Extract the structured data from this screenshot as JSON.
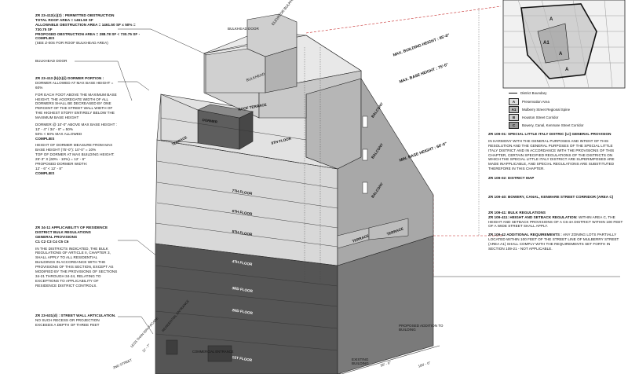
{
  "left_notes": {
    "permitted_obstruction": {
      "title": "ZR 23-412(c)(2) : PERMITTED OBSTRUCTION",
      "lines": [
        "TOTAL ROOF AREA = 1461.50 SF",
        "ALLOWABLE OBSTRUCTION AREA = 1461.50 SF x 50% = 730.75 SF",
        "PROPOSED OBSTRUCTION AREA = 288.78 SF < 730.75 SF - COMPLIES",
        "(SEE Z-00S FOR ROOF BULKHEAD AREA)"
      ]
    },
    "bulkhead_door_left": "BULKHEAD DOOR",
    "dormer": {
      "title": "ZR 23-413 (b)(1)(i) DORMER PORTION :",
      "lines": [
        "DORMER ALLOWED AT MAX BASE HEIGHT = 60%",
        "FOR EACH FOOT ABOVE THE MAXIMUM BASE HEIGHT, THE AGGREGATE WIDTH OF ALL DORMERS SHALL BE DECREASED BY ONE PERCENT OF THE STREET WALL WIDTH OF THE HIGHEST STORY ENTIRELY BELOW THE MAXIMUM BASE HEIGHT",
        "DORMER @ 10'-0\" ABOVE MAX BASE HEIGHT :",
        "12' - 4\" / 34' - 8\" = 50%",
        "50% < 60% MAX ALLOWED",
        "COMPLIES",
        "HEIGHT OF DORMER MEASURE FROM MAX BASE HEIGHT (75'-0\"): 10'-0\" = 10%",
        "TOP OF DORMER AT MAX BUILDING HEIGHT:",
        "25'-3\" X (60% - 10%) = 12' - 6\"",
        "PROPOSED DORMER WIDTH:",
        "12' - 6\" < 12' - 8\"",
        "COMPLIES"
      ]
    },
    "applicability": {
      "title": "ZR 34-11 APPLICABILITY OF RESIDENCE DISTRICT BULK REGULATIONS",
      "lines": [
        "GENERAL PROVISIONS",
        "C1 C2 C3 C4 C5 C6",
        "IN THE DISTRICTS INDICATED, THE BULK REGULATIONS OF ARTICLE II, CHAPTER 3, SHALL APPLY TO ALL RESIDENTIAL BUILDINGS IN ACCORDANCE WITH THE PROVISIONS OF THIS SECTION, EXCEPT AS MODIFIED BY THE PROVISIONS OF SECTIONS 34-21 THROUGH 34-24, RELATING TO EXCEPTIONS TO APPLICABILITY OF RESIDENCE DISTRICT CONTROLS."
      ]
    },
    "street_wall": {
      "title": "ZR 23-631(d) : STREET WALL ARTICULATION.",
      "lines": [
        "NO SUCH RECESS OR PROJECTION EXCEEDS A DEPTH OF THREE FEET"
      ]
    }
  },
  "drawing_labels": {
    "bulkhead_door_top": "BULKHEAD DOOR",
    "elevator_bulkhead": "ELEVATOR BULKHEAD",
    "bulkhead": "BULKHEAD",
    "roof_terrace": "ROOF TERRACE",
    "dormer": "DORMER",
    "terrace_upper": "TERRACE",
    "eighth_floor": "8TH FLOOR",
    "seventh_floor": "7TH FLOOR",
    "sixth_floor": "6TH FLOOR",
    "fifth_floor": "5TH FLOOR",
    "fourth_floor": "4TH FLOOR",
    "third_floor": "3RD FLOOR",
    "second_floor": "2ND FLOOR",
    "first_floor": "1ST FLOOR",
    "balcony_1": "BALCONY",
    "balcony_2": "BALCONY",
    "balcony_3": "BALCONY",
    "terrace_mid": "TERRACE",
    "terrace_low": "TERRACE",
    "max_building_height": "MAX. BUILDING HEIGHT : 85'-0\"",
    "max_base_height": "MAX. BASE HEIGHT : 75'-0\"",
    "min_base_height": "MIN. BASE HEIGHT : 60'-0\"",
    "residential_entrance": "RESIDENTIAL ENTRANCE",
    "commercial_entrance": "COMMERCIAL ENTRANCE",
    "less_than_50": "LESS THAN 50% FACADE",
    "dim_11_7": "11' - 7\"",
    "proposed_addition": "PROPOSED ADDITION TO BUILDING",
    "existing_building": "EXISTING BUILDING",
    "second_street": "2ND STREET",
    "dim_50_0": "50' - 0\"",
    "dim_100_0": "100' - 0\""
  },
  "right_panel": {
    "legend": [
      {
        "swatch": "",
        "label": "District Boundary"
      },
      {
        "swatch": "A",
        "label": "Preservation Area"
      },
      {
        "swatch": "A1",
        "label": "Mulberry Street Regional Spine"
      },
      {
        "swatch": "B",
        "label": "Houston Street Corridor"
      },
      {
        "swatch": "C",
        "label": "Bowery, Canal, Kenmare Street Corridor"
      }
    ],
    "map_labels": [
      "A",
      "A1",
      "A",
      "A"
    ],
    "sections": [
      {
        "title": "ZR 109-01: SPECIAL LITTLE ITALY DISTRIC (LI) GENERAL PROVISION",
        "body": "IN HARMONY WITH THE GENERAL PURPOSES AND INTENT OF THIS RESOLUTION AND THE GENERAL PURPOSES OF THE SPECIAL LITTLE ITALY DISTRICT AND IN ACCORDANCE WITH THE PROVISIONS OF THIS CHAPTER, CERTAIN SPECIFIED REGULATIONS OF THE DISTRICTS ON WHICH THE SPECIAL LITTLE ITALY DISTRICT ARE SUPERIMPOSED ARE MADE INAPPLICABLE, AND SPECIAL REGULATIONS ARE SUBSTITUTED THEREFORE IN THIS CHAPTER."
      },
      {
        "title": "ZR 109-02: DISTRICT MAP",
        "body": ""
      },
      {
        "title": "ZR 109-40: BOWERY, CANAL, KENMARE STREET CORRIDOR (AREA C)",
        "body": ""
      },
      {
        "title": "ZR 109-41: BULK REGULATIONS",
        "body": ""
      },
      {
        "title": "ZR 109-411: HEIGHT AND SETBACK REGULATION:",
        "body": "WITHIN AREA C, THE HEIGHT AND SETBACK PROVISIONS OF A C6-4A DISTRICT WITHIN 100 FEET OF A WIDE STREET SHALL APPLY."
      },
      {
        "title": "ZR 109-42 ADDITIONAL REQUIREMENTS :",
        "body": "ANY ZONING LOTS PARTIALLY LOCATED WITHIN 100 FEET OF THE STREET LINE OF MULBERRY STREET (AREA A1) SHALL COMPLY WITH THE REQUIREMENTS SET FORTH IN SECTION 109-21 - NOT APPLICABLE."
      }
    ]
  },
  "colors": {
    "light_gray": "#d9d9d9",
    "mid_gray": "#a9a9a9",
    "dark_gray": "#5c5c5c",
    "line": "#222222",
    "dim_red": "#c62828"
  }
}
